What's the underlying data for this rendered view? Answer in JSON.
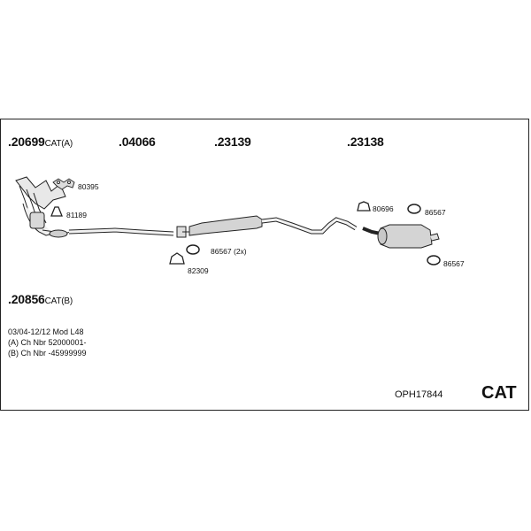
{
  "parts": {
    "p1": {
      "number": "20699",
      "suffix": "CAT(A)"
    },
    "p2": {
      "number": "04066",
      "suffix": ""
    },
    "p3": {
      "number": "23139",
      "suffix": ""
    },
    "p4": {
      "number": "23138",
      "suffix": ""
    },
    "p5": {
      "number": "20856",
      "suffix": "CAT(B)"
    }
  },
  "small_parts": {
    "gasket": "80395",
    "ring": "81189",
    "clamp": "82309",
    "hanger_mid": "86567 (2x)",
    "clamp_rear": "80696",
    "hanger_rear_top": "86567",
    "hanger_rear_bottom": "86567"
  },
  "notes": {
    "line1": "03/04-12/12   Mod L48",
    "line2": "(A) Ch Nbr 52000001-",
    "line3": "(B) Ch Nbr -45999999"
  },
  "kit_code": "OPH17844",
  "category": "CAT"
}
